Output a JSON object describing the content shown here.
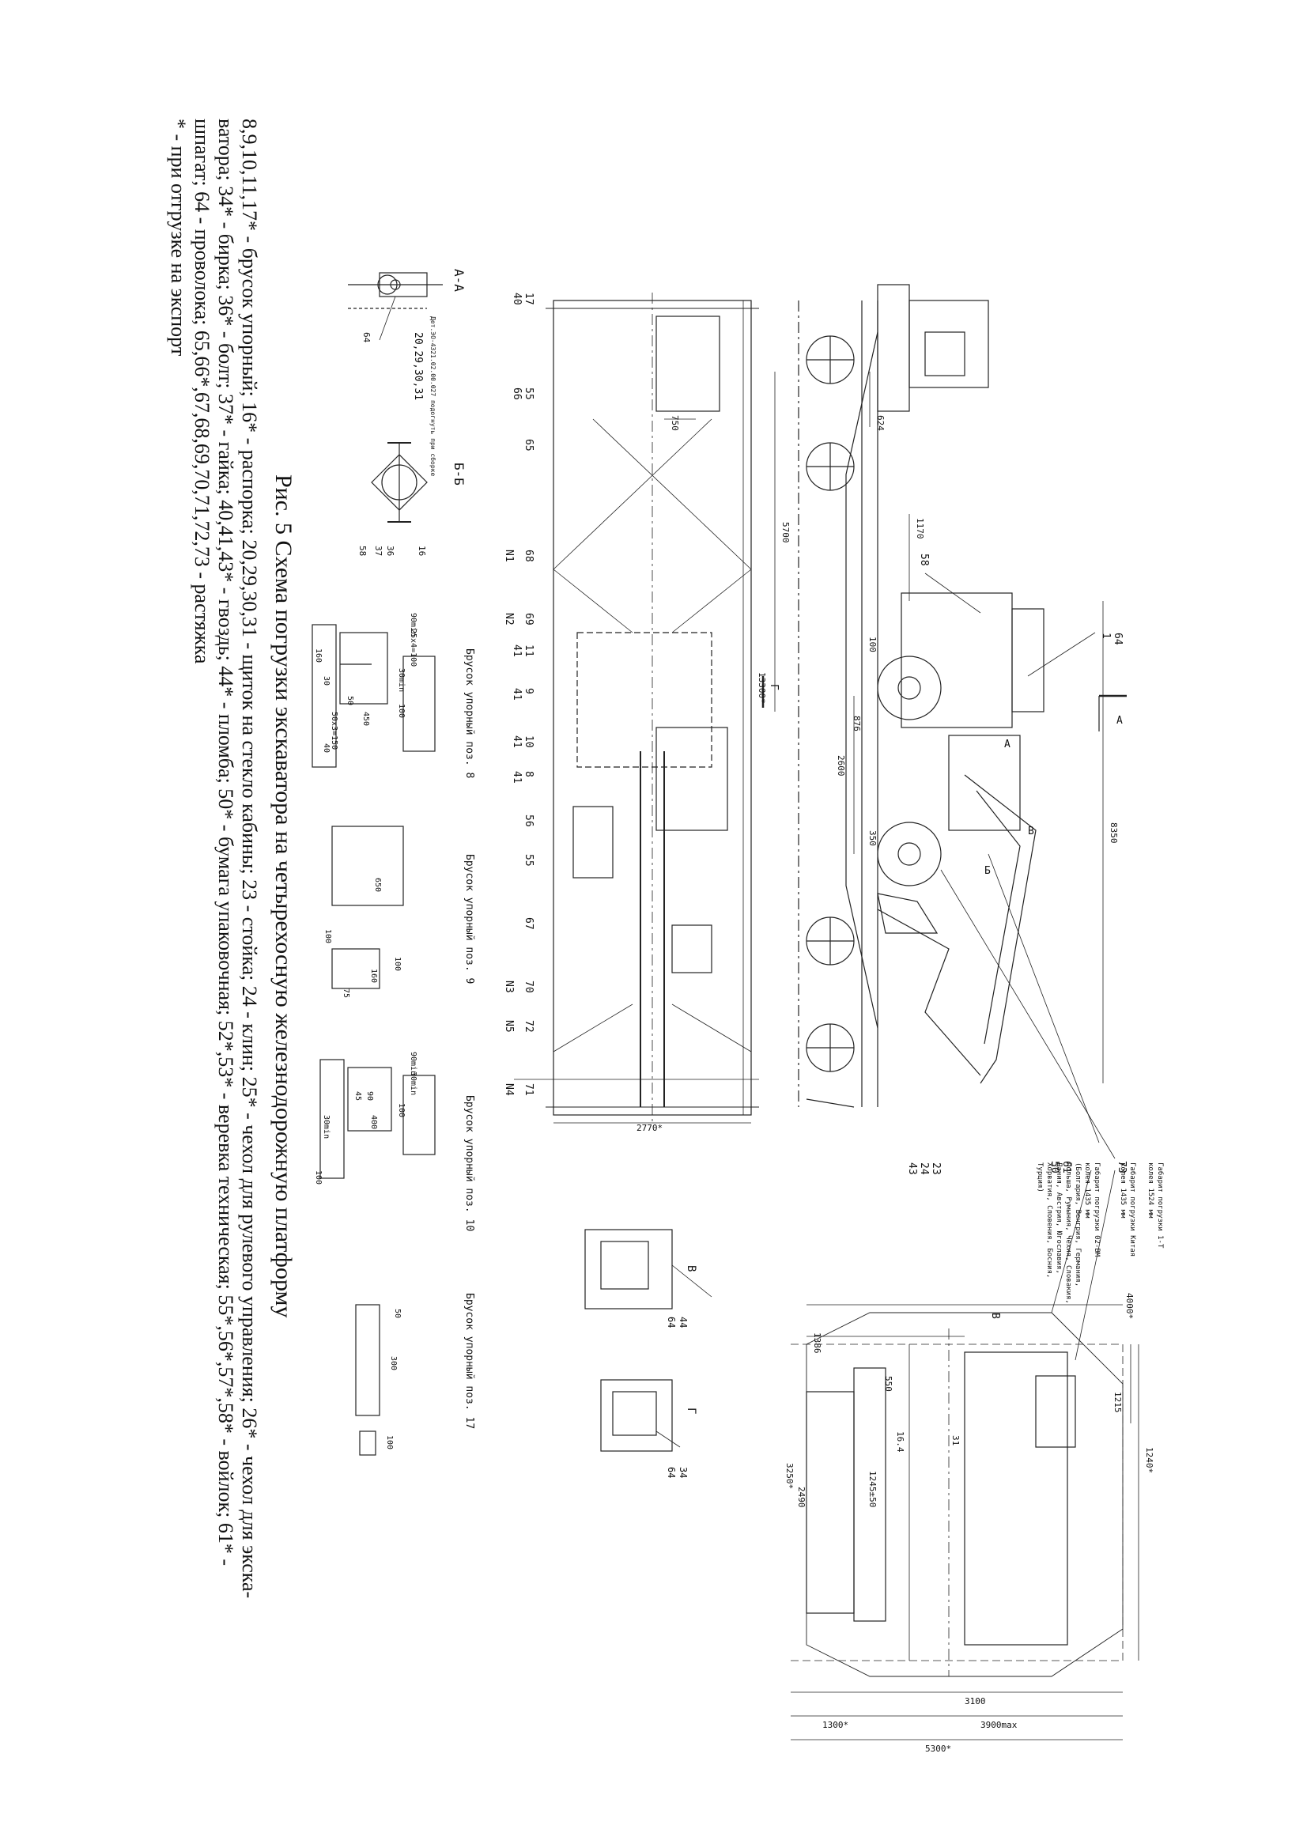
{
  "figure": {
    "title": "Рис. 5 Схема погрузки экскаватора на четырехосную железнодорожную платформу",
    "legend_lines": [
      "8,9,10,11,17* - брусок упорный; 16* - распорка; 20,29,30,31 - щиток на стекло кабины; 23 - стойка; 24 - клин; 25* - чехол для рулевого управления; 26* - чехол для экска-",
      "ватора; 34* - бирка; 36* - болт; 37* - гайка; 40,41,43* - гвоздь; 44* - пломба; 50* - бумага упаковочная; 52*,53* - веревка техническая; 55*,56*,57*,58* - войлок; 61* -",
      "шпагат; 64 - проволока; 65,66*,67,68,69,70,71,72,73 - растяжка",
      "* - при отгрузке на экспорт"
    ]
  },
  "sections": {
    "aa": "А-А",
    "bb": "Б-Б",
    "v": "В",
    "g": "Г",
    "sect_a": "А",
    "sect_b": "Б",
    "sect_v": "В",
    "sect_g": "Г"
  },
  "callouts": {
    "c1": "1",
    "c64": "64",
    "c58": "58",
    "c50": "50",
    "c61": "61",
    "c73": "73",
    "c23": "23",
    "c24": "24",
    "c43": "43",
    "c17": "17",
    "c40": "40",
    "c55": "55",
    "c66": "66",
    "c65": "65",
    "c68": "68",
    "c69": "69",
    "c41": "41",
    "c11": "11",
    "c9": "9",
    "c10": "10",
    "c8": "8",
    "c56": "56",
    "c67": "67",
    "c70": "70",
    "c72": "72",
    "c71": "71",
    "c44": "44",
    "c34": "34",
    "c16": "16",
    "c36": "36",
    "c37": "37",
    "c58b": "58",
    "c64b": "64",
    "n1": "N1",
    "n2": "N2",
    "n3": "N3",
    "n4": "N4",
    "n5": "N5",
    "c2029": "20,29,30,31",
    "note_aa": "Дет.ЭО-4321.02.00.027 подогнуть при сборке"
  },
  "dimensions": {
    "d624": "624",
    "d1170": "1170",
    "d5700": "5700",
    "d8350": "8350",
    "d2600": "2600",
    "d876": "876",
    "d100": "100",
    "d350": "350",
    "d750": "750",
    "d13300": "13300*",
    "d2770": "2770*",
    "d1386": "1386",
    "d4000": "4000*",
    "d3100": "3100",
    "d3900": "3900max",
    "d5300": "5300*",
    "d1300": "1300*",
    "d3250": "3250*",
    "d2490": "2490",
    "d1245": "1245±50",
    "d1215": "1215",
    "d1240": "1240*",
    "d550": "550",
    "d31": "31",
    "d164": "16.4"
  },
  "gabarit_notes": {
    "g1": "Габарит погрузки 1-Т",
    "g1b": "колея 1524 мм",
    "g2": "Габарит погрузки Китая",
    "g2b": "колея 1435 мм",
    "g3": "Габарит погрузки 02-ВМ",
    "g3b": "колея 1435 мм",
    "g4": "(Болгария, Венгрия, Германия,",
    "g5": "Польша, Румыния, Чехия, Словакия,",
    "g6": "Дания, Австрия, Югославия,",
    "g7": "Хорватия, Словения, Босния,",
    "g8": "Турция)"
  },
  "blocks": {
    "b8": {
      "title": "Брусок упорный поз. 8",
      "d1": "25x4=100",
      "d2": "30min",
      "d3": "90min",
      "d4": "100",
      "d5": "450",
      "d6": "50",
      "d7": "160",
      "d8": "50x3=150",
      "d9": "30",
      "d10": "40"
    },
    "b9": {
      "title": "Брусок упорный поз. 9",
      "d1": "650",
      "d2": "100",
      "d3": "100",
      "d4": "160",
      "d5": "75"
    },
    "b10": {
      "title": "Брусок упорный поз. 10",
      "d1": "30min",
      "d2": "90min",
      "d3": "100",
      "d4": "400",
      "d5": "90",
      "d6": "45",
      "d7": "30min",
      "d8": "100"
    },
    "b17": {
      "title": "Брусок упорный поз. 17",
      "d1": "50",
      "d2": "300",
      "d3": "100"
    }
  }
}
